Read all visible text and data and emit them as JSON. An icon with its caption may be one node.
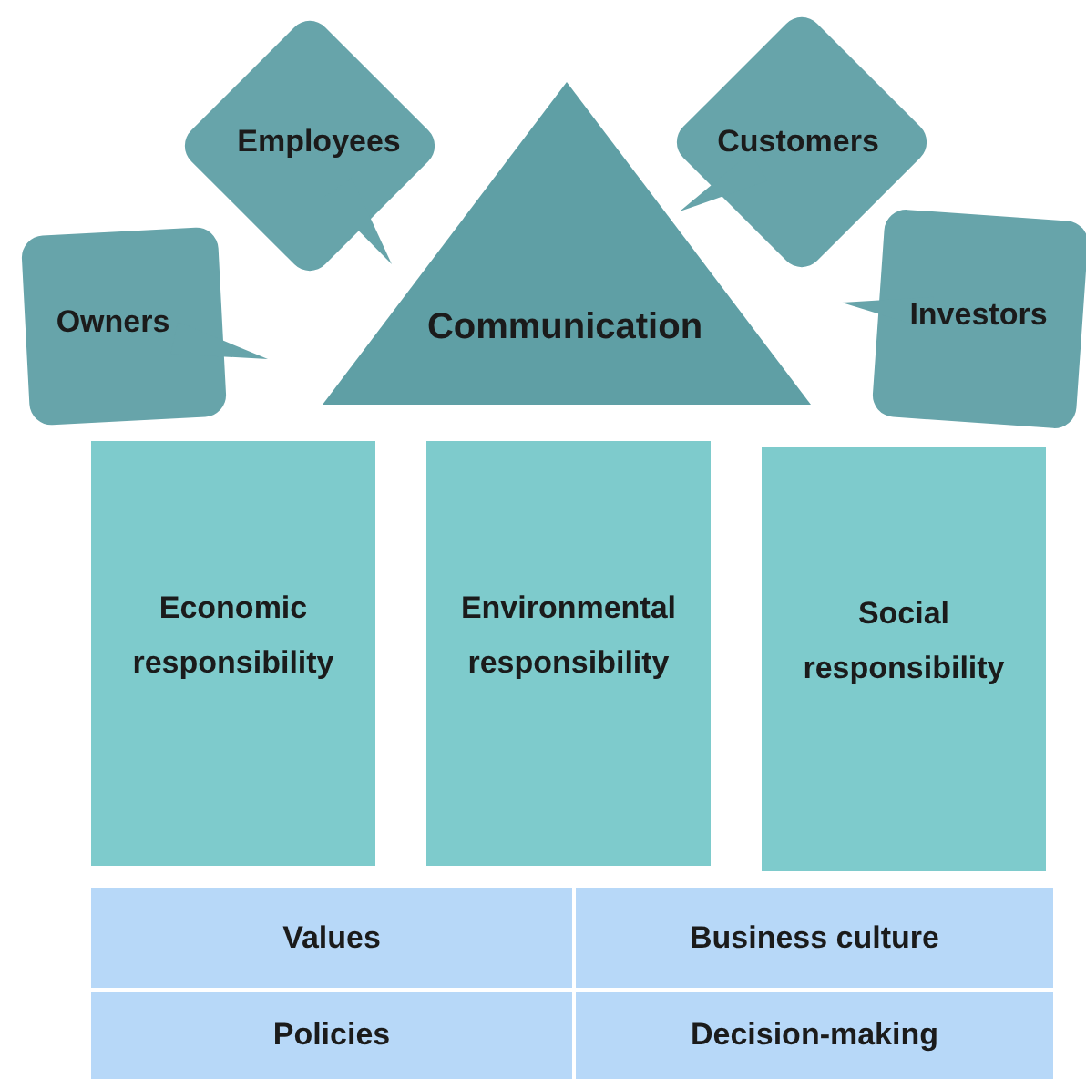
{
  "diagram": {
    "nodes": [
      {
        "text": [
          "Communication"
        ]
      },
      {
        "text": [
          "Employees"
        ]
      },
      {
        "text": [
          "Customers"
        ]
      },
      {
        "text": [
          "Owners"
        ]
      },
      {
        "text": [
          "Investors"
        ]
      },
      {
        "text": [
          "Economic responsibility"
        ]
      },
      {
        "text": [
          "Environmental responsibility"
        ]
      },
      {
        "text": [
          "Social responsibility"
        ]
      },
      {
        "text": [
          "Values"
        ]
      },
      {
        "text": [
          "Business culture"
        ]
      },
      {
        "text": [
          "Policies"
        ]
      },
      {
        "text": [
          "Decision-making"
        ]
      }
    ]
  }
}
